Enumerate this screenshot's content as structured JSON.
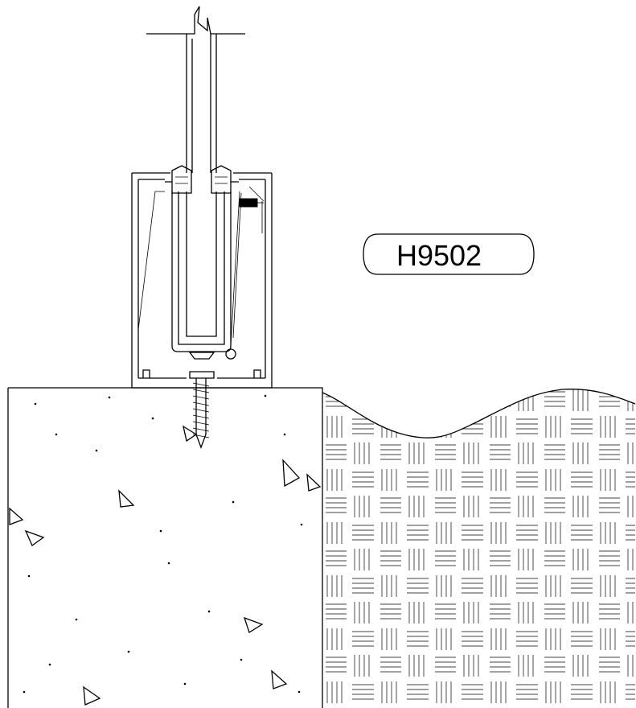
{
  "callout": {
    "label": "H9502"
  },
  "materials": {
    "left": "concrete",
    "right": "masonry-basketweave"
  },
  "colors": {
    "ink": "#000000",
    "paper": "#ffffff"
  }
}
